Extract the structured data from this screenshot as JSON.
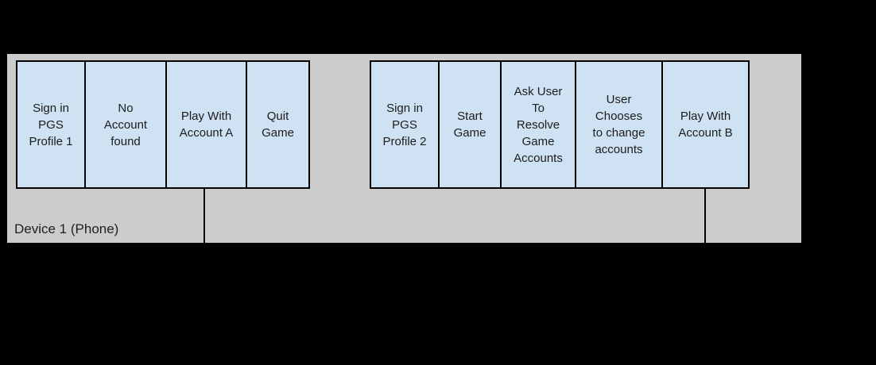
{
  "diagram": {
    "colors": {
      "background": "#000000",
      "lane_band": "#cccccc",
      "step_fill": "#cfe2f3",
      "step_border": "#000000",
      "text": "#1c1c1c"
    },
    "lane": {
      "label": "Device 1 (Phone)"
    },
    "flow_left": {
      "steps": [
        {
          "label": "Sign in\nPGS\nProfile 1"
        },
        {
          "label": "No\nAccount\nfound"
        },
        {
          "label": "Play With\nAccount A"
        },
        {
          "label": "Quit\nGame"
        }
      ]
    },
    "flow_right": {
      "steps": [
        {
          "label": "Sign in\nPGS\nProfile 2"
        },
        {
          "label": "Start\nGame"
        },
        {
          "label": "Ask User\nTo\nResolve\nGame\nAccounts"
        },
        {
          "label": "User\nChooses\nto change\naccounts"
        },
        {
          "label": "Play With\nAccount B"
        }
      ]
    },
    "connectors": [
      {
        "from": "Play With Account A"
      },
      {
        "from": "Play With Account B"
      }
    ]
  }
}
